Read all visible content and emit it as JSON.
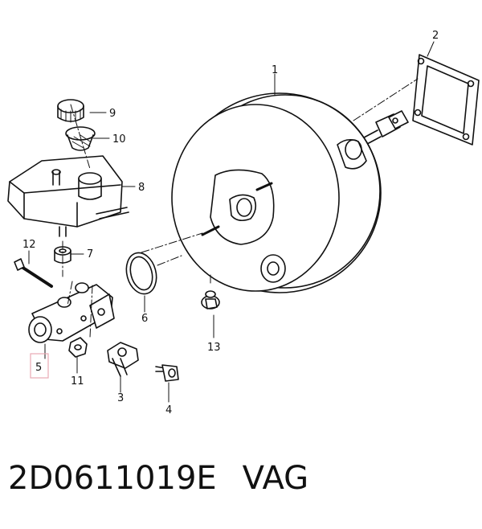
{
  "diagram": {
    "callouts": [
      {
        "id": "1",
        "label": "1"
      },
      {
        "id": "2",
        "label": "2"
      },
      {
        "id": "3",
        "label": "3"
      },
      {
        "id": "4",
        "label": "4"
      },
      {
        "id": "5",
        "label": "5"
      },
      {
        "id": "6",
        "label": "6"
      },
      {
        "id": "7",
        "label": "7"
      },
      {
        "id": "8",
        "label": "8"
      },
      {
        "id": "9",
        "label": "9"
      },
      {
        "id": "10",
        "label": "10"
      },
      {
        "id": "11",
        "label": "11"
      },
      {
        "id": "12",
        "label": "12"
      },
      {
        "id": "13",
        "label": "13"
      }
    ],
    "highlighted_callout": "5",
    "highlight_color": "#e8a9b4"
  },
  "caption": {
    "part_number": "2D0611019E",
    "brand": "VAG"
  }
}
